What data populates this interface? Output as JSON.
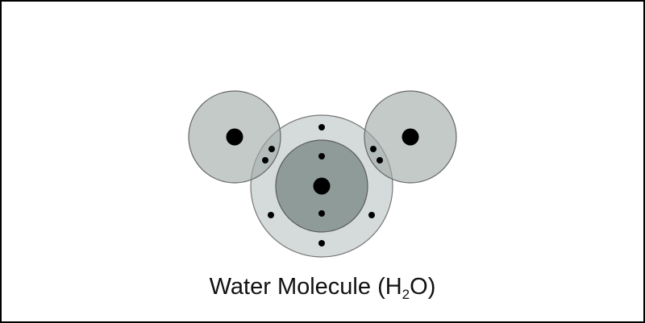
{
  "caption": {
    "prefix": "Water Molecule (H",
    "subscript": "2",
    "suffix": "O)"
  },
  "colors": {
    "hydrogen_shell": "#c2cac8",
    "oxygen_outer_shell": "#cdd5d3",
    "oxygen_inner_shell": "#8f9b98",
    "outline": "#666666",
    "electron": "#000000",
    "border": "#000000",
    "background": "#ffffff"
  },
  "atoms": [
    {
      "name": "hydrogen-left",
      "element": "H"
    },
    {
      "name": "oxygen",
      "element": "O"
    },
    {
      "name": "hydrogen-right",
      "element": "H"
    }
  ]
}
